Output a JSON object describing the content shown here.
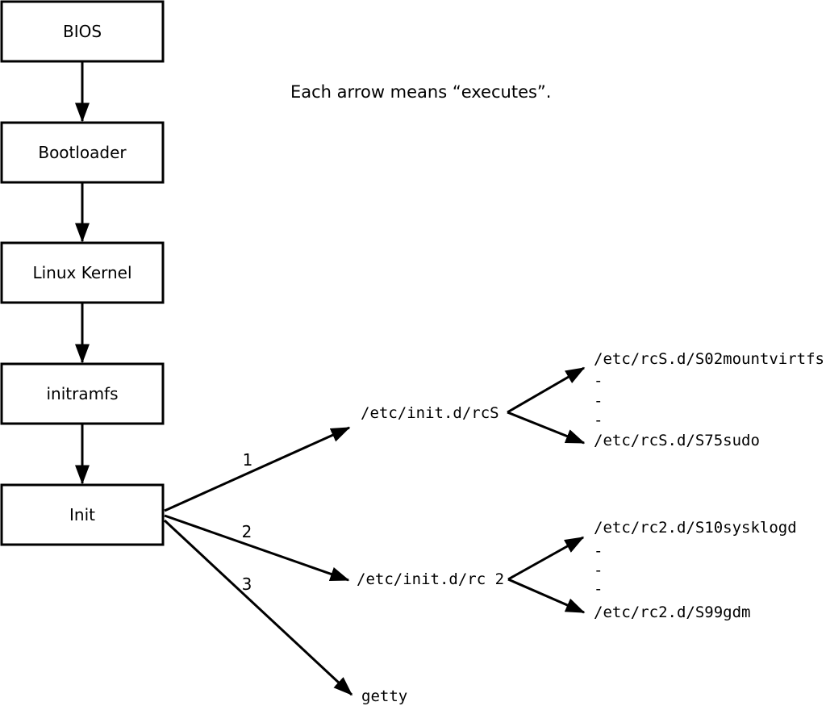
{
  "caption": "Each arrow means “executes”.",
  "boxes": [
    {
      "label": "BIOS"
    },
    {
      "label": "Bootloader"
    },
    {
      "label": "Linux Kernel"
    },
    {
      "label": "initramfs"
    },
    {
      "label": "Init"
    }
  ],
  "branches": [
    {
      "number": "1",
      "target": "/etc/init.d/rcS",
      "children": [
        "/etc/rcS.d/S02mountvirtfs",
        "-",
        "-",
        "-",
        "/etc/rcS.d/S75sudo"
      ]
    },
    {
      "number": "2",
      "target": "/etc/init.d/rc 2",
      "children": [
        "/etc/rc2.d/S10sysklogd",
        "-",
        "-",
        "-",
        "/etc/rc2.d/S99gdm"
      ]
    },
    {
      "number": "3",
      "target": "getty",
      "children": []
    }
  ],
  "colors": {
    "line": "#000000",
    "background": "#ffffff",
    "text": "#000000"
  }
}
